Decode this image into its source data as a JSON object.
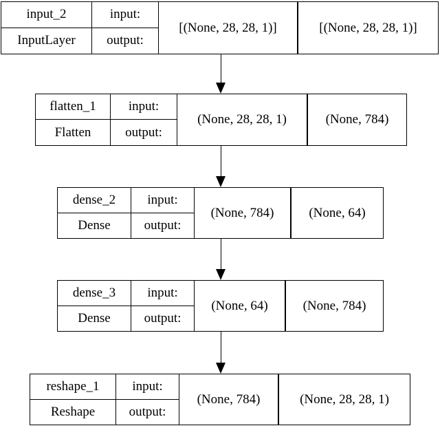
{
  "diagram": {
    "kind": "keras-model-architecture",
    "background_color": "#ffffff",
    "border_color": "#000000",
    "text_color": "#000000"
  },
  "nodes": [
    {
      "name": "input_2",
      "type": "InputLayer",
      "input_label": "input:",
      "output_label": "output:",
      "input_shape": "[(None, 28, 28, 1)]",
      "output_shape": "[(None, 28, 28, 1)]"
    },
    {
      "name": "flatten_1",
      "type": "Flatten",
      "input_label": "input:",
      "output_label": "output:",
      "input_shape": "(None, 28, 28, 1)",
      "output_shape": "(None, 784)"
    },
    {
      "name": "dense_2",
      "type": "Dense",
      "input_label": "input:",
      "output_label": "output:",
      "input_shape": "(None, 784)",
      "output_shape": "(None, 64)"
    },
    {
      "name": "dense_3",
      "type": "Dense",
      "input_label": "input:",
      "output_label": "output:",
      "input_shape": "(None, 64)",
      "output_shape": "(None, 784)"
    },
    {
      "name": "reshape_1",
      "type": "Reshape",
      "input_label": "input:",
      "output_label": "output:",
      "input_shape": "(None, 784)",
      "output_shape": "(None, 28, 28, 1)"
    }
  ],
  "edges": [
    {
      "from": "input_2",
      "to": "flatten_1"
    },
    {
      "from": "flatten_1",
      "to": "dense_2"
    },
    {
      "from": "dense_2",
      "to": "dense_3"
    },
    {
      "from": "dense_3",
      "to": "reshape_1"
    }
  ]
}
